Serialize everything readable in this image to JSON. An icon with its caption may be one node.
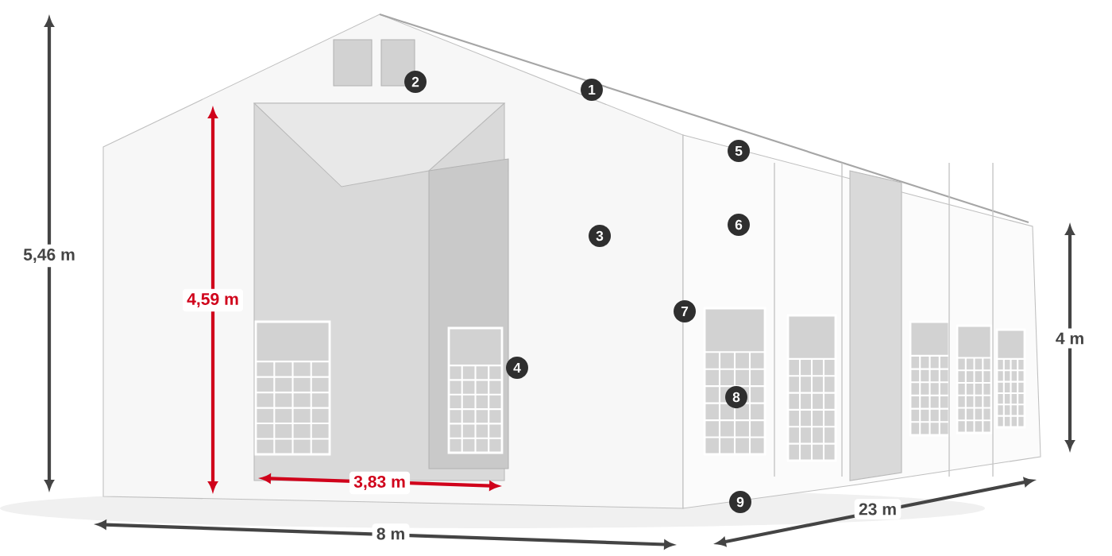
{
  "diagram": {
    "labels": [
      "2",
      "1",
      "5",
      "6",
      "3",
      "5,46 m",
      "4,59 m",
      "7",
      "4 m",
      "4",
      "8",
      "3,83 m",
      "9",
      "23 m",
      "8 m"
    ]
  }
}
